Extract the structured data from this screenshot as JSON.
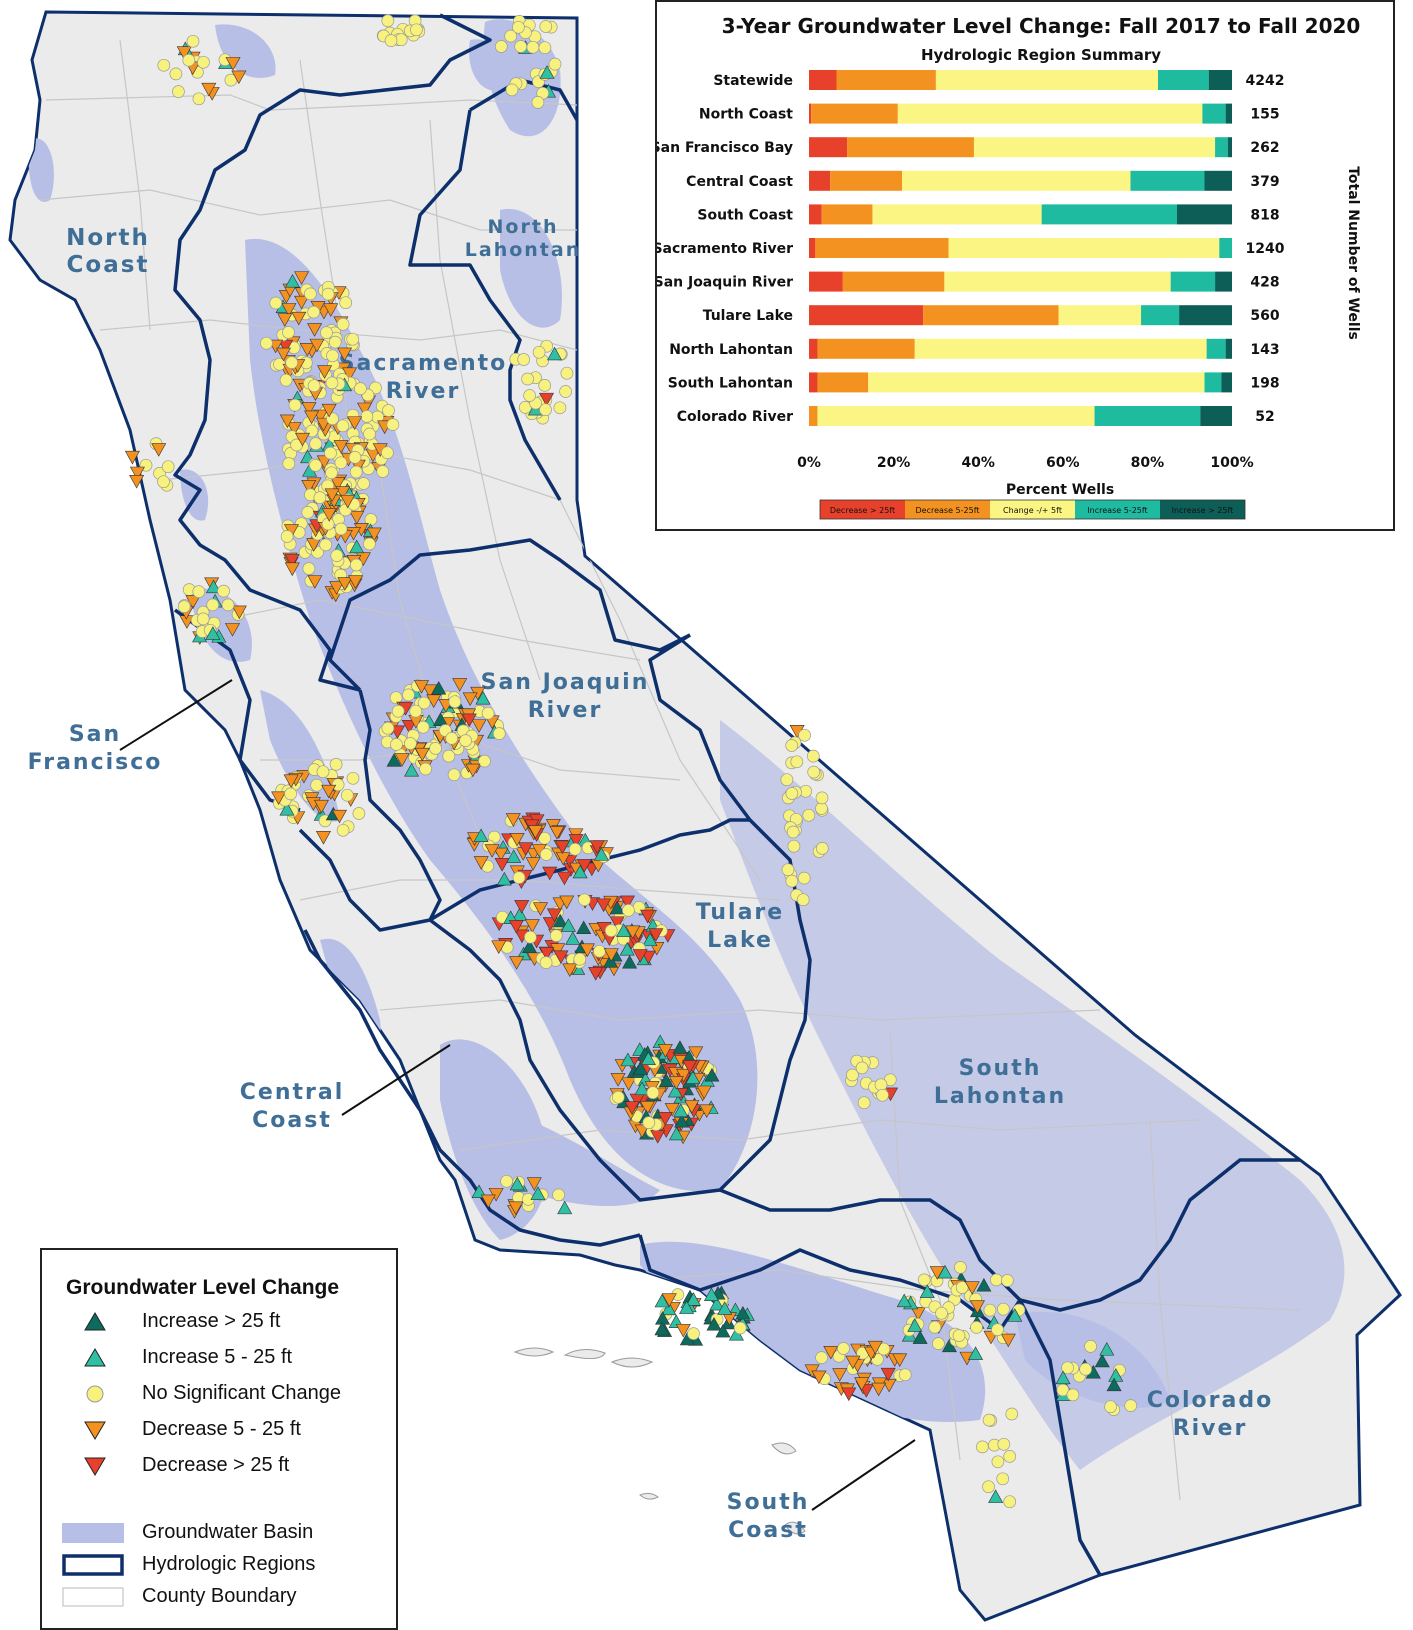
{
  "map": {
    "region_labels": {
      "north_coast": [
        "North",
        "Coast"
      ],
      "north_lahontan": [
        "North",
        "Lahontan"
      ],
      "sacramento_river": [
        "Sacramento",
        "River"
      ],
      "san_joaquin_river": [
        "San Joaquin",
        "River"
      ],
      "san_francisco": [
        "San",
        "Francisco"
      ],
      "tulare_lake": [
        "Tulare",
        "Lake"
      ],
      "central_coast": [
        "Central",
        "Coast"
      ],
      "south_lahontan": [
        "South",
        "Lahontan"
      ],
      "colorado_river": [
        "Colorado",
        "River"
      ],
      "south_coast": [
        "South",
        "Coast"
      ]
    },
    "colors": {
      "land": "#ebebeb",
      "basin": "#b8bfe6",
      "region_border": "#0d2f6b",
      "county_border": "#c6c6c6"
    }
  },
  "chart_data": {
    "type": "bar",
    "stacked": true,
    "orientation": "horizontal",
    "title": "3-Year Groundwater Level Change: Fall 2017 to Fall 2020",
    "subtitle": "Hydrologic Region Summary",
    "xlabel": "Percent Wells",
    "ylabel_right": "Total Number of Wells",
    "xlim": [
      0,
      100
    ],
    "x_ticks": [
      "0%",
      "20%",
      "40%",
      "60%",
      "80%",
      "100%"
    ],
    "categories": [
      "Statewide",
      "North Coast",
      "San Francisco Bay",
      "Central Coast",
      "South Coast",
      "Sacramento River",
      "San Joaquin River",
      "Tulare Lake",
      "North Lahontan",
      "South Lahontan",
      "Colorado River"
    ],
    "totals": [
      "4242",
      "155",
      "262",
      "379",
      "818",
      "1240",
      "428",
      "560",
      "143",
      "198",
      "52"
    ],
    "series": [
      {
        "name": "Decrease > 25ft",
        "color": "#e8412b",
        "values": [
          6.5,
          0.5,
          9,
          5,
          3,
          1.5,
          8,
          27,
          2,
          2,
          0
        ]
      },
      {
        "name": "Decrease 5-25ft",
        "color": "#f39221",
        "values": [
          23.5,
          20.5,
          30,
          17,
          12,
          31.5,
          24,
          32,
          23,
          12,
          2
        ]
      },
      {
        "name": "Change -/+ 5ft",
        "color": "#fbf583",
        "values": [
          52.5,
          72,
          57,
          54,
          40,
          64,
          53.5,
          19.5,
          69,
          79.5,
          65.5
        ]
      },
      {
        "name": "Increase 5-25ft",
        "color": "#1ebba1",
        "values": [
          12,
          5.5,
          3,
          17.5,
          32,
          3,
          10.5,
          9,
          4.5,
          4,
          25
        ]
      },
      {
        "name": "Increase > 25ft",
        "color": "#0d5e57",
        "values": [
          5.5,
          1.5,
          1,
          6.5,
          13,
          0,
          4,
          12.5,
          1.5,
          2.5,
          7.5
        ]
      }
    ],
    "legend": {
      "position": "bottom"
    }
  },
  "legend": {
    "title": "Groundwater Level Change",
    "items": [
      {
        "label": "Increase > 25 ft",
        "icon": "triangle-up-icon",
        "color": "#0d6b5e"
      },
      {
        "label": "Increase 5 - 25 ft",
        "icon": "triangle-up-icon",
        "color": "#2fbfa3"
      },
      {
        "label": "No Significant Change",
        "icon": "circle-icon",
        "color": "#f7f17e"
      },
      {
        "label": "Decrease 5 - 25 ft",
        "icon": "triangle-down-icon",
        "color": "#f39221"
      },
      {
        "label": "Decrease > 25 ft",
        "icon": "triangle-down-icon",
        "color": "#e8412b"
      },
      {
        "label": "Groundwater Basin",
        "icon": "basin-swatch-icon",
        "color": "#b8bfe6"
      },
      {
        "label": "Hydrologic Regions",
        "icon": "region-swatch-icon",
        "color": "#0d2f6b"
      },
      {
        "label": "County Boundary",
        "icon": "county-swatch-icon",
        "color": "#c6c6c6"
      }
    ]
  }
}
